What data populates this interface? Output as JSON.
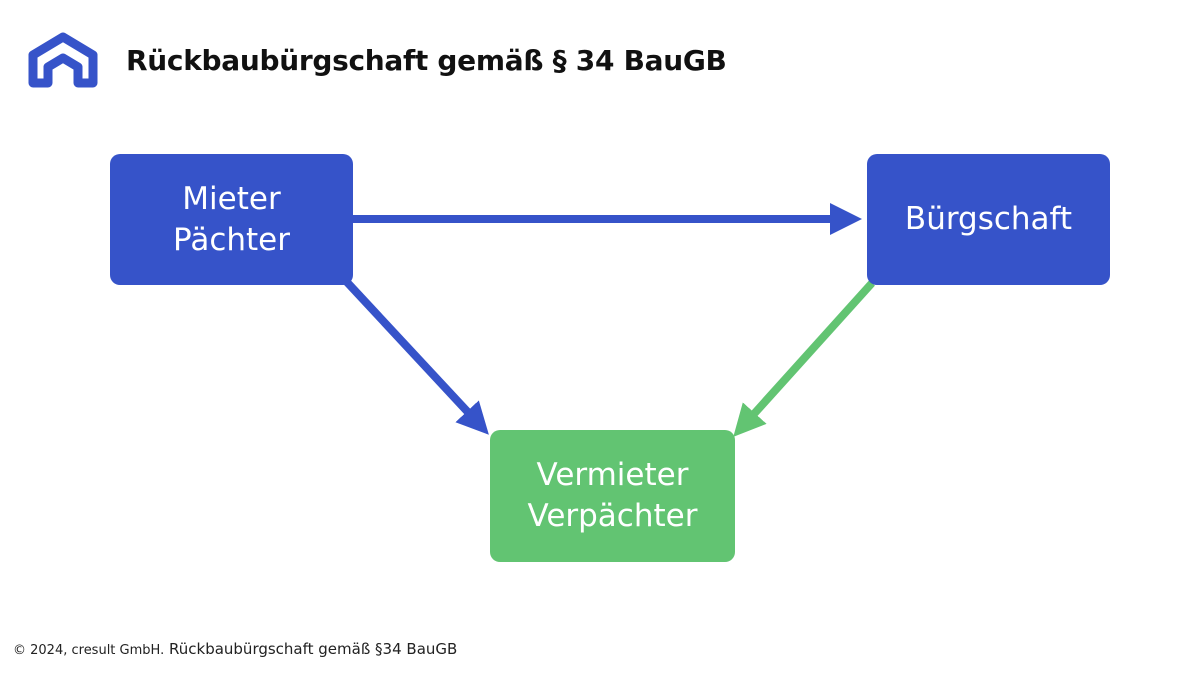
{
  "header": {
    "title": "Rückbaubürgschaft gemäß § 34 BauGB",
    "logo_icon": "house-roof-icon"
  },
  "diagram": {
    "nodes": {
      "mieter": {
        "line1": "Mieter",
        "line2": "Pächter",
        "color": "#3653c9"
      },
      "buergschaft": {
        "line1": "Bürgschaft",
        "color": "#3653c9"
      },
      "vermieter": {
        "line1": "Vermieter",
        "line2": "Verpächter",
        "color": "#62c472"
      }
    },
    "edges": [
      {
        "from": "mieter",
        "to": "buergschaft",
        "color": "#3653c9"
      },
      {
        "from": "mieter",
        "to": "vermieter",
        "color": "#3653c9"
      },
      {
        "from": "buergschaft",
        "to": "vermieter",
        "color": "#62c472"
      }
    ]
  },
  "footer": {
    "copyright": "© 2024, cresult GmbH.",
    "caption": "Rückbaubürgschaft gemäß §34 BauGB"
  }
}
